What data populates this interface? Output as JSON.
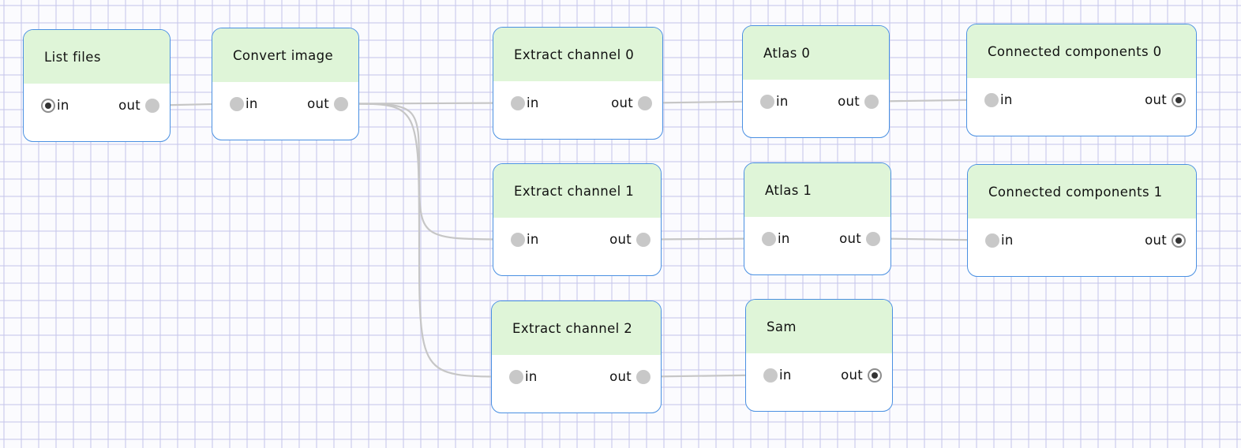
{
  "nodes": {
    "list_files": {
      "title": "List files",
      "in": "in",
      "out": "out"
    },
    "convert_image": {
      "title": "Convert image",
      "in": "in",
      "out": "out"
    },
    "extract_channel_0": {
      "title": "Extract channel 0",
      "in": "in",
      "out": "out"
    },
    "extract_channel_1": {
      "title": "Extract channel 1",
      "in": "in",
      "out": "out"
    },
    "extract_channel_2": {
      "title": "Extract channel 2",
      "in": "in",
      "out": "out"
    },
    "atlas_0": {
      "title": "Atlas 0",
      "in": "in",
      "out": "out"
    },
    "atlas_1": {
      "title": "Atlas 1",
      "in": "in",
      "out": "out"
    },
    "sam": {
      "title": "Sam",
      "in": "in",
      "out": "out"
    },
    "connected_components_0": {
      "title": "Connected components 0",
      "in": "in",
      "out": "out"
    },
    "connected_components_1": {
      "title": "Connected components 1",
      "in": "in",
      "out": "out"
    }
  },
  "edges": [
    {
      "from": "list_files",
      "to": "convert_image"
    },
    {
      "from": "convert_image",
      "to": "extract_channel_0"
    },
    {
      "from": "convert_image",
      "to": "extract_channel_1"
    },
    {
      "from": "convert_image",
      "to": "extract_channel_2"
    },
    {
      "from": "extract_channel_0",
      "to": "atlas_0"
    },
    {
      "from": "extract_channel_1",
      "to": "atlas_1"
    },
    {
      "from": "extract_channel_2",
      "to": "sam"
    },
    {
      "from": "atlas_0",
      "to": "connected_components_0"
    },
    {
      "from": "atlas_1",
      "to": "connected_components_1"
    }
  ],
  "colors": {
    "node_border": "#4a90e2",
    "node_header": "#dff5d8",
    "edge": "#c6c6c6",
    "port": "#c8c8c8"
  }
}
